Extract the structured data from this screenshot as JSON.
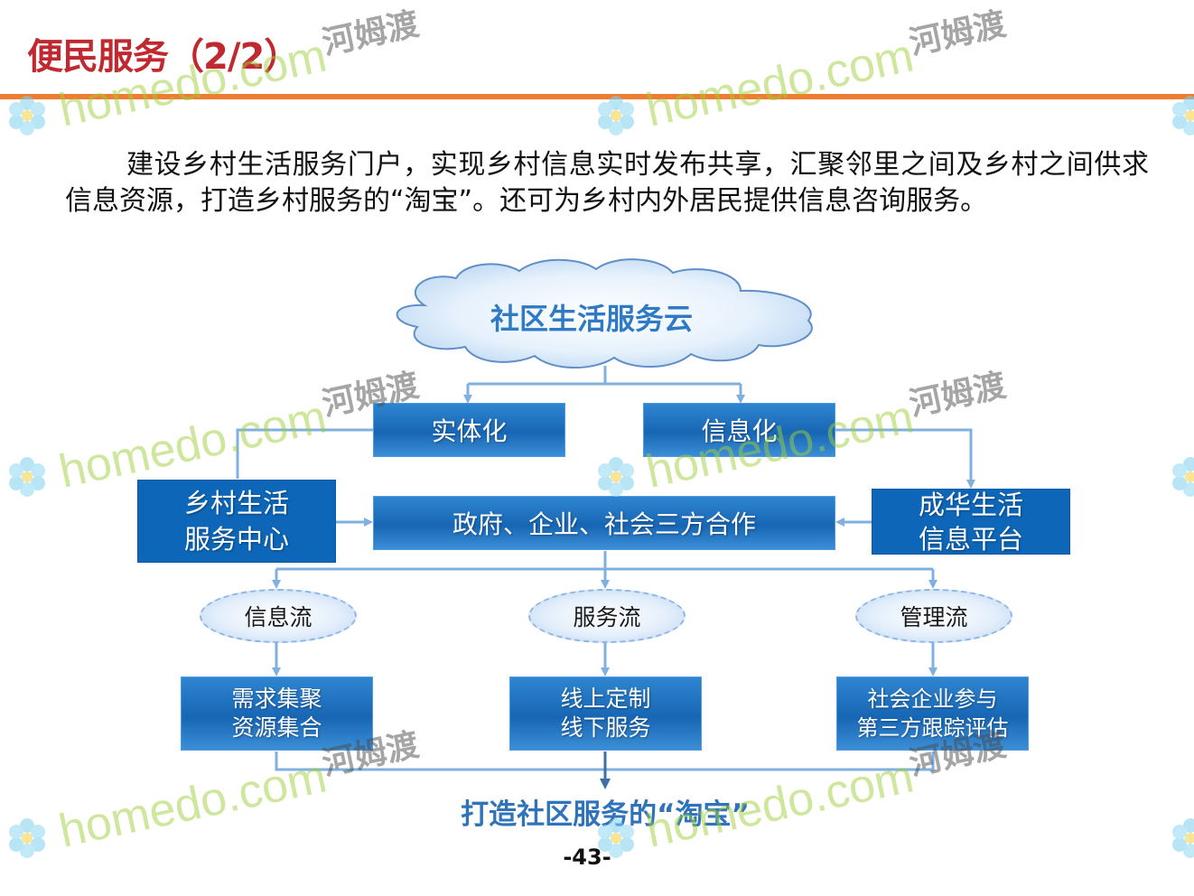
{
  "page": {
    "title": "便民服务（2/2）",
    "intro": "建设乡村生活服务门户，实现乡村信息实时发布共享，汇聚邻里之间及乡村之间供求信息资源，打造乡村服务的“淘宝”。还可为乡村内外居民提供信息咨询服务。",
    "page_number": "-43-"
  },
  "diagram": {
    "cloud": "社区生活服务云",
    "branch_physical": "实体化",
    "branch_info": "信息化",
    "left_box": "乡村生活\n服务中心",
    "center_box": "政府、企业、社会三方合作",
    "right_box": "成华生活\n信息平台",
    "flows": [
      "信息流",
      "服务流",
      "管理流"
    ],
    "outputs": [
      "需求集聚\n资源集合",
      "线上定制\n线下服务",
      "社会企业参与\n第三方跟踪评估"
    ],
    "result": "打造社区服务的“淘宝”"
  },
  "watermark": {
    "latin": "homedo.com",
    "chinese": "河姆渡"
  },
  "colors": {
    "title": "#c0292f",
    "rule": "#ef7d31",
    "box_blue": "#1766b4",
    "arrow": "#7fb0e0",
    "caption": "#2f73bb"
  }
}
